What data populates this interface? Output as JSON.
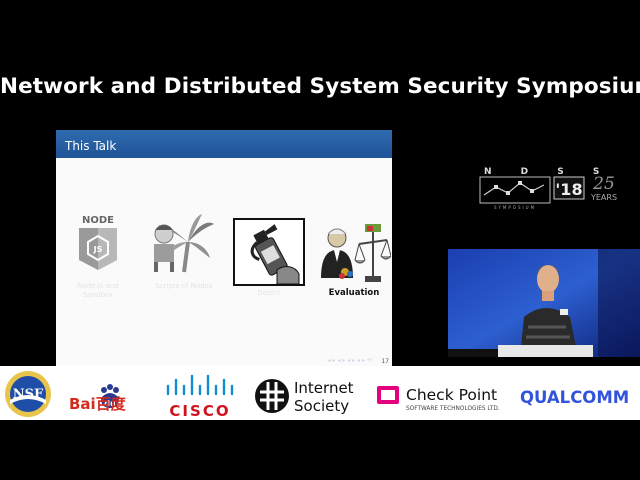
{
  "conference": {
    "title": "Network and Distributed System Security Symposium"
  },
  "slide": {
    "header": "This Talk",
    "items": [
      {
        "icon": "nodejs-icon",
        "caption": "Node.js and Sandbox"
      },
      {
        "icon": "banana-tree-icon",
        "caption": "Scripts of Nodes"
      },
      {
        "icon": "spray-bottle-icon",
        "caption": "Detect"
      },
      {
        "icon": "scales-icon",
        "caption": "Evaluation"
      }
    ],
    "node_logo_text": "NODE",
    "nav_symbols": "◂ ▸ ◂ ▸ ◂ ▸ ◂ ▸ ⟲",
    "page_number": "17"
  },
  "ndss_logo": {
    "letters": "N D S S",
    "year": "'18",
    "anniversary": "25",
    "anniversary_label": "YEARS",
    "symposium": "SYMPOSIUM"
  },
  "sponsors": {
    "nsf": "NSF",
    "baidu": "Bai百度",
    "baidu_du": "du",
    "cisco": "CISCO",
    "isoc_line1": "Internet",
    "isoc_line2": "Society",
    "checkpoint": "Check Point",
    "checkpoint_sub": "SOFTWARE TECHNOLOGIES LTD.",
    "qualcomm": "QUALCOMM"
  },
  "colors": {
    "slide_header": "#1f5496",
    "baidu_red": "#d52b1e",
    "baidu_blue": "#2a3a8f",
    "cisco_red": "#d0111e",
    "qualcomm_blue": "#3253dc",
    "checkpoint_pink": "#e4007e"
  }
}
